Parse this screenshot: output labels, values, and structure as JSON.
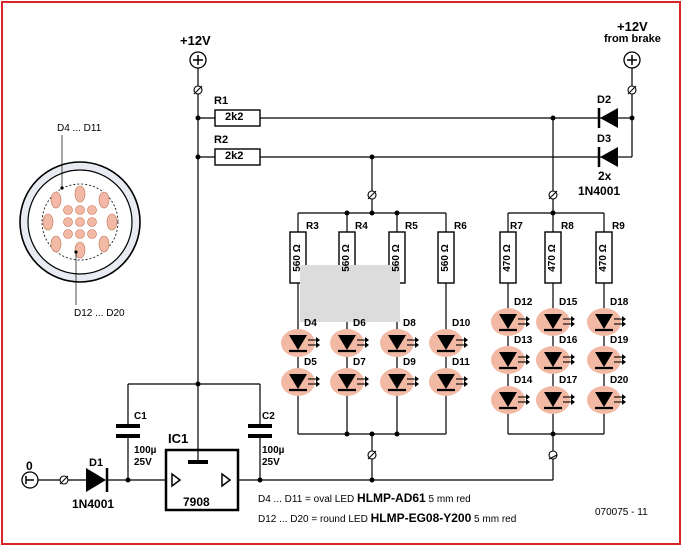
{
  "supply": {
    "main": "+12V",
    "brake_line1": "+12V",
    "brake_line2": "from brake",
    "ground": "0"
  },
  "resistors": {
    "r1": {
      "ref": "R1",
      "value": "2k2"
    },
    "r2": {
      "ref": "R2",
      "value": "2k2"
    },
    "r3": {
      "ref": "R3",
      "value": "560 Ω"
    },
    "r4": {
      "ref": "R4",
      "value": "560 Ω"
    },
    "r5": {
      "ref": "R5",
      "value": "560 Ω"
    },
    "r6": {
      "ref": "R6",
      "value": "560 Ω"
    },
    "r7": {
      "ref": "R7",
      "value": "470 Ω"
    },
    "r8": {
      "ref": "R8",
      "value": "470 Ω"
    },
    "r9": {
      "ref": "R9",
      "value": "470 Ω"
    }
  },
  "diodes": {
    "d1_ref": "D1",
    "d1_type": "1N4001",
    "d2_ref": "D2",
    "d3_ref": "D3",
    "d23_qty": "2x",
    "d23_type": "1N4001"
  },
  "leds": [
    "D4",
    "D5",
    "D6",
    "D7",
    "D8",
    "D9",
    "D10",
    "D11",
    "D12",
    "D13",
    "D14",
    "D15",
    "D16",
    "D17",
    "D18",
    "D19",
    "D20"
  ],
  "capacitors": {
    "c1": {
      "ref": "C1",
      "value": "100µ",
      "voltage": "25V"
    },
    "c2": {
      "ref": "C2",
      "value": "100µ",
      "voltage": "25V"
    }
  },
  "regulator": {
    "ref": "IC1",
    "part": "7908"
  },
  "lamp": {
    "top_label": "D4 ... D11",
    "bottom_label": "D12 ... D20"
  },
  "notes": {
    "line1_prefix": "D4 ... D11 = oval LED ",
    "line1_part": "HLMP-AD61",
    "line1_suffix": " 5 mm red",
    "line2_prefix": "D12 ... D20 = round LED ",
    "line2_part": "HLMP-EG08-Y200",
    "line2_suffix": " 5 mm red"
  },
  "figure_number": "070075 - 11",
  "colors": {
    "border": "#d9242b",
    "led_glow": "#f2b9a4",
    "wire": "#000000",
    "lamp_fill": "#e8ecf2"
  }
}
